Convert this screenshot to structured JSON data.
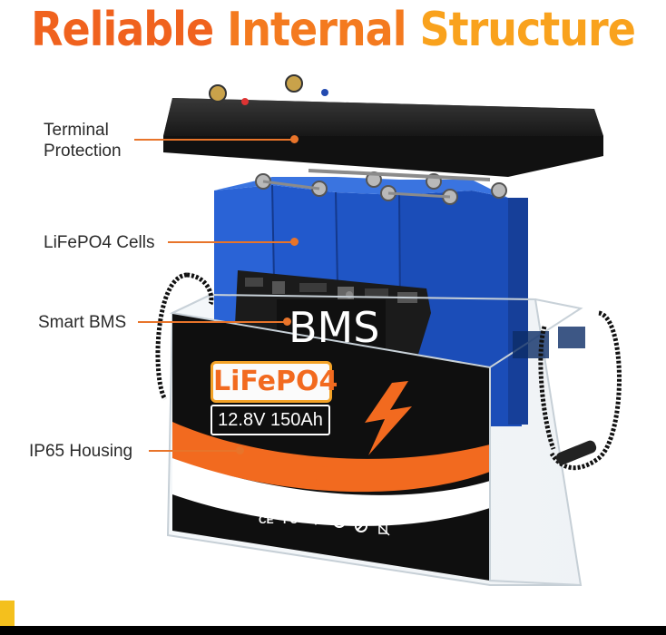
{
  "title": {
    "part1": "Reliable",
    "part2": "Internal",
    "part3": "Structure"
  },
  "labels": {
    "terminal_line1": "Terminal",
    "terminal_line2": "Protection",
    "cells": "LiFePO4 Cells",
    "bms_label": "Smart BMS",
    "housing": "IP65 Housing"
  },
  "product": {
    "bms_text": "BMS",
    "brand": "LiFePO4",
    "spec": "12.8V 150Ah",
    "certs": [
      "CE",
      "FC"
    ]
  },
  "colors": {
    "accent_orange": "#e8742a",
    "cell_blue": "#1f56c8",
    "lid_black": "#1c1c1c",
    "title_gradient": [
      "#f0621e",
      "#f9a21d"
    ]
  },
  "icons": [
    "lightning-bolt-icon",
    "recycle-icon",
    "no-disposal-icon",
    "rohs-check-icon",
    "symbol-icon"
  ]
}
